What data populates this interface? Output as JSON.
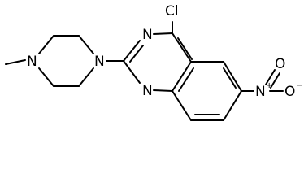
{
  "molecule": {
    "atoms": {
      "cl": "Cl",
      "n_quinazoline_3": "N",
      "n_quinazoline_1": "N",
      "n_piperazine_attached": "N",
      "n_piperazine_methyl": "N",
      "n_nitro": "N",
      "o_nitro_top": "O",
      "o_nitro_right": "O"
    },
    "charges": {
      "n_nitro": "+",
      "o_nitro_right": "−"
    }
  },
  "colors": {
    "background": "#ffffff",
    "ink": "#000000"
  }
}
